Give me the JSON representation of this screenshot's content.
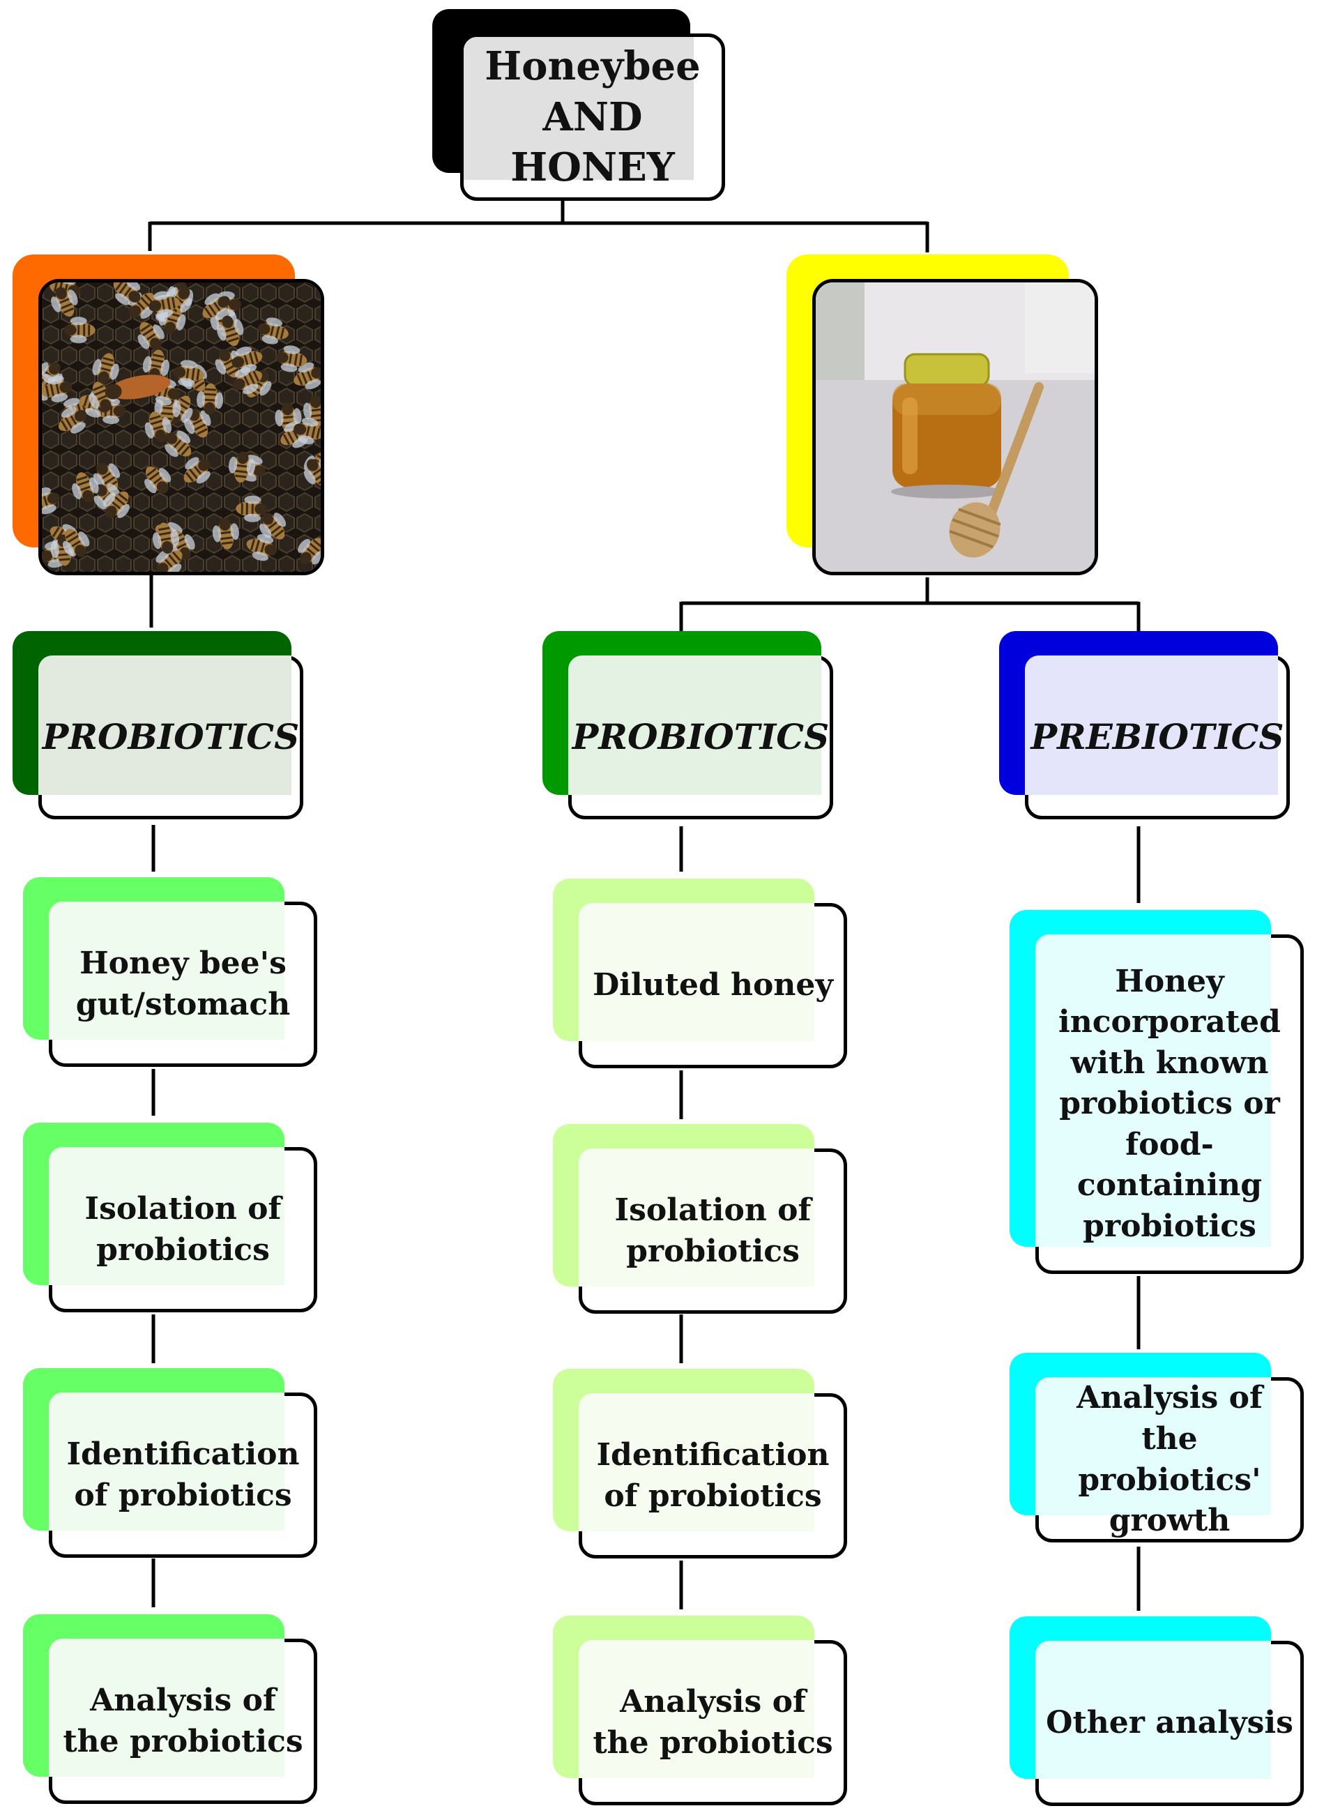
{
  "root": {
    "lines": [
      "Honeybee",
      "AND",
      "HONEY"
    ],
    "back_color": "#000000",
    "overlay_color": "#e0e0e0"
  },
  "images": {
    "bees": {
      "icon": "honeybee-colony-photo",
      "back_color": "#ff6a00"
    },
    "honey": {
      "icon": "honey-jar-photo",
      "back_color": "#ffff00"
    }
  },
  "columns": [
    {
      "category": "PROBIOTICS",
      "category_back": "#006400",
      "category_overlay": "#e2eadf",
      "step_back": "#66ff66",
      "step_overlay": "#f0fbf0",
      "steps": [
        "Honey bee's gut/stomach",
        "Isolation of probiotics",
        "Identification of probiotics",
        "Analysis of the probiotics"
      ]
    },
    {
      "category": "PROBIOTICS",
      "category_back": "#009900",
      "category_overlay": "#e3f2e3",
      "step_back": "#ccff99",
      "step_overlay": "#f6fcef",
      "steps": [
        "Diluted honey",
        "Isolation of probiotics",
        "Identification of probiotics",
        "Analysis of the probiotics"
      ]
    },
    {
      "category": "PREBIOTICS",
      "category_back": "#0000dd",
      "category_overlay": "#e4e4fb",
      "step_back": "#00ffff",
      "step_overlay": "#e4fdfd",
      "steps": [
        "Honey incorporated with known probiotics or food-containing probiotics",
        "Analysis of the probiotics' growth",
        "Other analysis"
      ]
    }
  ]
}
